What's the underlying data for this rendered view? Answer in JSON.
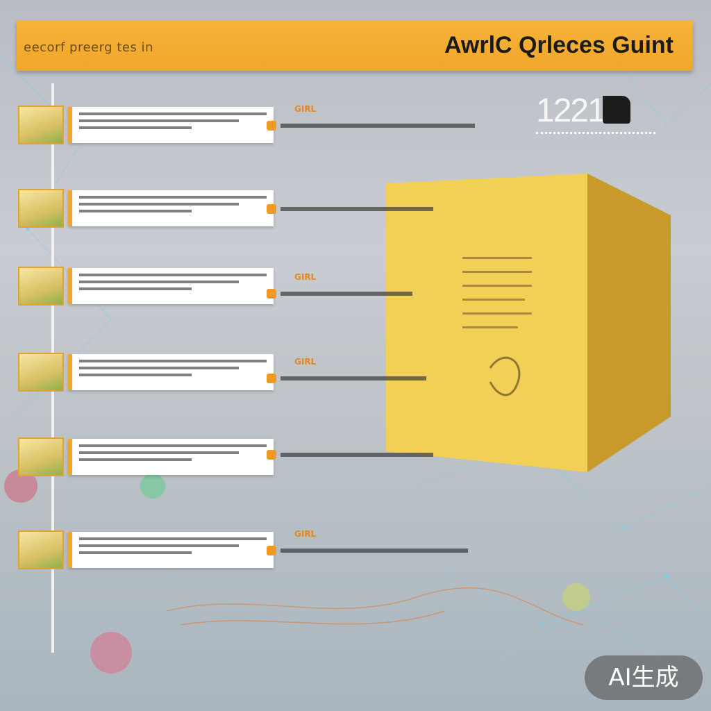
{
  "header": {
    "subtitle": "eecorf preerg tes in",
    "title": "AwrlC Qrleces Guint"
  },
  "year_readout": "1221",
  "timeline": {
    "items": [
      {
        "tag_label": "GIRL"
      },
      {
        "tag_label": ""
      },
      {
        "tag_label": "GIRL"
      },
      {
        "tag_label": "GIRL"
      },
      {
        "tag_label": ""
      },
      {
        "tag_label": "GIRL"
      }
    ]
  },
  "footer": {
    "labels": [
      "",
      "",
      "",
      ""
    ]
  },
  "badge": {
    "text": "AI生成"
  },
  "colors": {
    "banner": "#f0a62a",
    "accent": "#e08a20",
    "gold_box_front": "#f2cf55",
    "gold_box_side": "#c89a2c"
  }
}
